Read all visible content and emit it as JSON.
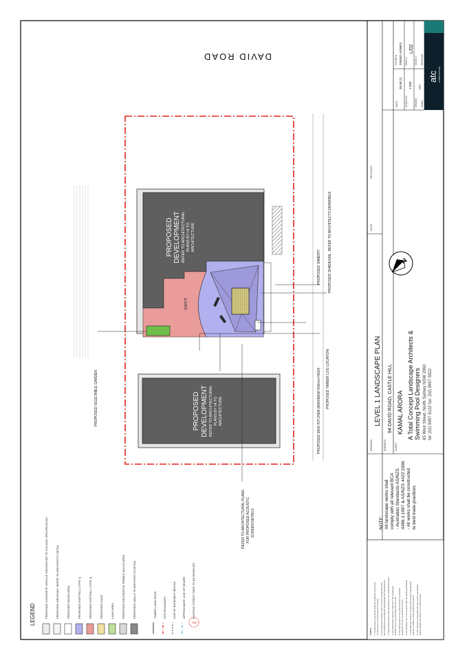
{
  "road": {
    "name": "DAVID ROAD"
  },
  "title_block": {
    "labels": {
      "date": "DATE",
      "revision": "REVISION",
      "drawing": "DRAWING",
      "address": "ADDRESS",
      "client": "CLIENT",
      "date2": "DATE",
      "scale": "SCALE A3",
      "drawn": "DRAWN",
      "chkd": "CHKD",
      "dwg": "DWG #",
      "issue": "ISSUE #",
      "job": "JOB #",
      "revision2": "REVISION",
      "council": "COUNCIL"
    },
    "drawing_title": "LEVEL 1 LANDSCAPE PLAN",
    "address": "94 DAVID ROAD, CASTLE HILL",
    "client": "KAMAL ARORA",
    "firm_line1": "A Total Concept Landscape Architects &",
    "firm_line2": "Swimming Pool Designers",
    "firm_address": "65 West Street, North Sydney NSW 2060",
    "firm_phone": "tel: (02) 9957 5122  fax: (02) 9957 5922",
    "date_value": "30.08.21",
    "scale_value": "1:200",
    "drawn_value": "HO",
    "dwg_value": "L/02",
    "council_value": "TREND HOMES",
    "logo_text": "atc",
    "logo_sub": "a total concept"
  },
  "plan_labels": {
    "dev_main": [
      "PROPOSED",
      "DEVELOPMENT",
      "REFER TO ARCHITECTURAL",
      "PLANS BY HI TO",
      "ARCHITECTURE"
    ],
    "dev_lower": [
      "PROPOSED",
      "DEVELOPMENT",
      "REFER TO ARCHITECTURAL",
      "PLANS BY HI TO",
      "ARCHITECTURE"
    ],
    "soffit": "SOFFIT",
    "sandpit": "PROPOSED SANDPIT",
    "shadesail": "PROPOSED SHADESAIL. REFER TO ARCHITECTS DRAWINGS",
    "mud_kitchen": "PROPOSED MUD KITCHEN (MAXIMUM 500mm HIGH)",
    "timber_log": "PROPOSED TIMBER LOG LOCATION",
    "veg_garden": "PROPOSED VEGETABLE GARDEN",
    "acoustic": [
      "REFER TO ARCHITECTURAL PLANS",
      "FOR PROPOSED ACOUSTIC",
      "SCREEN DETAILS"
    ]
  },
  "legend": {
    "title": "LEGEND",
    "items": [
      {
        "label": "PROPOSED CONCRETE VEHICLE CROSSOVER TO COUNCIL SPECIFICATION",
        "fill": "#ececec"
      },
      {
        "label": "PROPOSED DRIVEWAY. REFER TO ARCHITECTS DETAIL",
        "fill": "#f5f5f5"
      },
      {
        "label": "PROPOSED PAVED AREA",
        "fill": "#ffffff"
      },
      {
        "label": "PROPOSED SOFTFALL (TYPE 1)",
        "fill": "#b3b0ef"
      },
      {
        "label": "PROPOSED SOFTFALL (TYPE 2)",
        "fill": "#e99c9a"
      },
      {
        "label": "PROPOSED SAND",
        "fill": "#f0e2a0"
      },
      {
        "label": "LAWN AREA",
        "fill": "#bfe09a"
      },
      {
        "label": "PROPOSED DECORATIVE PEBBLE MULCH AREA",
        "fill": "#dadada"
      },
      {
        "label": "PROPOSED WALLS TO ARCHITECTS DETAIL",
        "fill": "#888888"
      }
    ],
    "lines": [
      {
        "label": "TIMBER LAWN EDGE"
      },
      {
        "label": "SITE BOUNDARY"
      },
      {
        "label": "LINE OF BASEMENT BELOW"
      },
      {
        "label": "APPROXIMATE LINE OF SEWER"
      },
      {
        "label": "EXISTING STREET TREE TO BE REMOVED"
      }
    ],
    "tre_tag": "TRE"
  },
  "note": {
    "lines": [
      "NOTE:",
      "All landscape works shall",
      "comply with all relevant BCA",
      "- Australian Standards AS/NZS",
      "4486.1:1997 & AS/NZS 4422:1996",
      "- All works shall be constructed",
      "to best trade practices"
    ]
  },
  "general_notes": {
    "heading": "Notes:",
    "lines": [
      "1. All dimensions and levels shall be verified by Contractor",
      "on site prior to commencement of works.",
      "2. All construction details must be read in conjunction with",
      "all Architectural and Engineering drawings and specifications.",
      "3. Figured dimensions take precedence over scaled dimensions.",
      "4. Any discrepancy shall be referred to the Landscape",
      "Architect prior to proceeding with the work.",
      "5. All existing trees to be retained shall be protected",
      "during the course of construction works.",
      "6. All planting to be in accordance with the planting schedule.",
      "7. All landscape works to comply with Council requirements",
      "and the conditions of Development Consent.",
      "8. This drawing is copyright and may not be reproduced",
      "without written permission of A Total Concept."
    ]
  }
}
